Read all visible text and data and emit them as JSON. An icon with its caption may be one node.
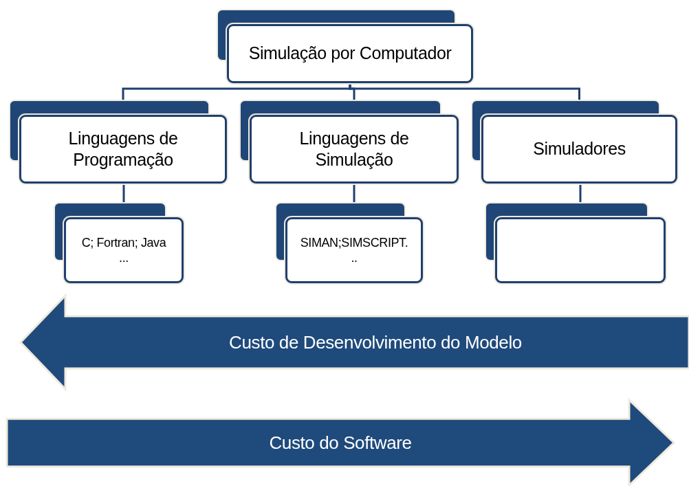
{
  "diagram": {
    "nodes": [
      {
        "text": [
          "Simulação por Computador"
        ]
      },
      {
        "text": [
          "Linguagens de Programação"
        ]
      },
      {
        "text": [
          "Linguagens de Simulação"
        ]
      },
      {
        "text": [
          "Simuladores"
        ]
      },
      {
        "text": [
          "C; Fortran; Java ..."
        ]
      },
      {
        "text": [
          "SIMAN;SIMSCRIPT. .."
        ]
      },
      {
        "text": [],
        "shape": "box"
      },
      {
        "text": [
          "Custo de Desenvolvimento do Modelo"
        ]
      },
      {
        "text": [
          "Custo do Software"
        ]
      }
    ],
    "edges": [
      {
        "from": 0,
        "to": 1,
        "arrow": "none"
      },
      {
        "from": 0,
        "to": 2,
        "arrow": "none"
      },
      {
        "from": 0,
        "to": 3,
        "arrow": "none"
      },
      {
        "from": 1,
        "to": 4,
        "arrow": "none"
      },
      {
        "from": 2,
        "to": 5,
        "arrow": "none"
      },
      {
        "from": 3,
        "to": 6,
        "arrow": "none"
      }
    ]
  }
}
